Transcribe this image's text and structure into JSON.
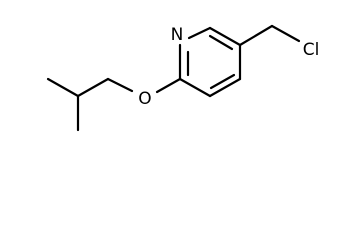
{
  "molecule": {
    "atoms": {
      "nitrogen": "N",
      "chlorine": "Cl",
      "oxygen": "O"
    }
  }
}
